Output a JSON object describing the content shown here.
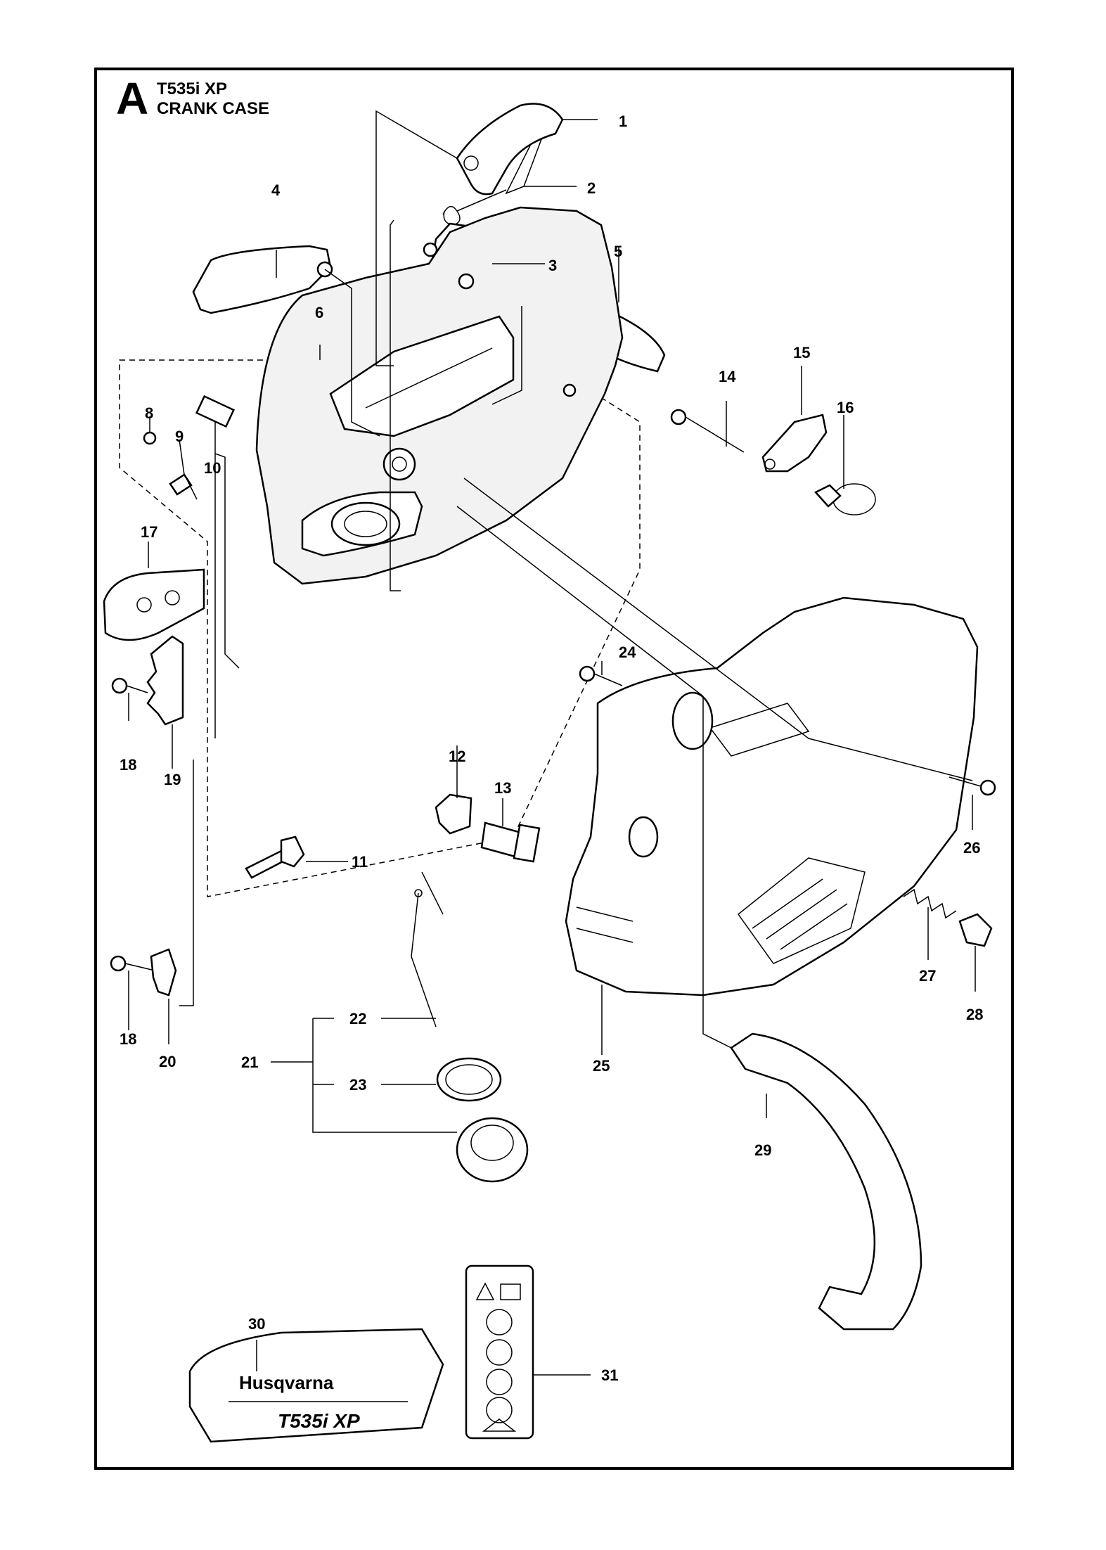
{
  "header": {
    "section_letter": "A",
    "model": "T535i XP",
    "section_title": "CRANK CASE"
  },
  "callouts": [
    "1",
    "2",
    "3",
    "4",
    "5",
    "6",
    "8",
    "9",
    "10",
    "11",
    "12",
    "13",
    "14",
    "15",
    "16",
    "17",
    "18",
    "18",
    "19",
    "20",
    "21",
    "22",
    "23",
    "24",
    "25",
    "26",
    "27",
    "28",
    "29",
    "30",
    "31"
  ],
  "decal": {
    "brand": "Husqvarna",
    "model_mark": "T535i XP"
  },
  "colors": {
    "ink": "#000000",
    "paper": "#ffffff"
  }
}
